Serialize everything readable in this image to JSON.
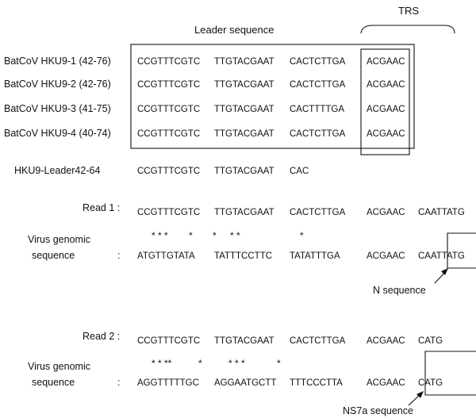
{
  "headers": {
    "leader_title": "Leader sequence",
    "trs_title": "TRS"
  },
  "alignment_rows": [
    {
      "label": "BatCoV HKU9-1 (42-76)",
      "seg1": "CCGTTTCGTC",
      "seg2": "TTGTACGAAT",
      "seg3": "CACTCTTGA",
      "trs": "ACGAAC"
    },
    {
      "label": "BatCoV HKU9-2 (42-76)",
      "seg1": "CCGTTTCGTC",
      "seg2": "TTGTACGAAT",
      "seg3": "CACTCTTGA",
      "trs": "ACGAAC"
    },
    {
      "label": "BatCoV HKU9-3 (41-75)",
      "seg1": "CCGTTTCGTC",
      "seg2": "TTGTACGAAT",
      "seg3": "CACTTTTGA",
      "trs": "ACGAAC"
    },
    {
      "label": "BatCoV HKU9-4 (40-74)",
      "seg1": "CCGTTTCGTC",
      "seg2": "TTGTACGAAT",
      "seg3": "CACTCTTGA",
      "trs": "ACGAAC"
    }
  ],
  "leader_probe": {
    "label": "HKU9-Leader42-64",
    "seg1": "CCGTTTCGTC",
    "seg2": "TTGTACGAAT",
    "seg3": "CAC"
  },
  "read1": {
    "label": "Read 1 :",
    "seg1": "CCGTTTCGTC",
    "seg2": "TTGTACGAAT",
    "seg3": "CACTCTTGA",
    "trs": "ACGAAC",
    "tail": "CAATTATG",
    "mismatch_marks_1": "* * *",
    "mismatch_marks_2": "*",
    "mismatch_marks_3": "*",
    "mismatch_marks_4": "* *",
    "mismatch_marks_5": "*",
    "genomic_label_1": "Virus genomic",
    "genomic_label_2": "sequence",
    "colon": ":",
    "g_seg1": "ATGTTGTATA",
    "g_seg2": "TATTTCCTTC",
    "g_seg3": "TATATTTGA",
    "g_trs": "ACGAAC",
    "g_tail": "CAATTATG",
    "callout": "N sequence"
  },
  "read2": {
    "label": "Read 2 :",
    "seg1": "CCGTTTCGTC",
    "seg2": "TTGTACGAAT",
    "seg3": "CACTCTTGA",
    "trs": "ACGAAC",
    "tail": "CATG",
    "mismatch_marks_1": "* * **",
    "mismatch_marks_2": "*",
    "mismatch_marks_3": "*  *  *",
    "mismatch_marks_4": "*",
    "genomic_label_1": "Virus genomic",
    "genomic_label_2": "sequence",
    "colon": ":",
    "g_seg1": "AGGTTTTTGC",
    "g_seg2": "AGGAATGCTT",
    "g_seg3": "TTTCCCTTA",
    "g_trs": "ACGAAC",
    "g_tail": "CATG",
    "callout": "NS7a sequence"
  }
}
